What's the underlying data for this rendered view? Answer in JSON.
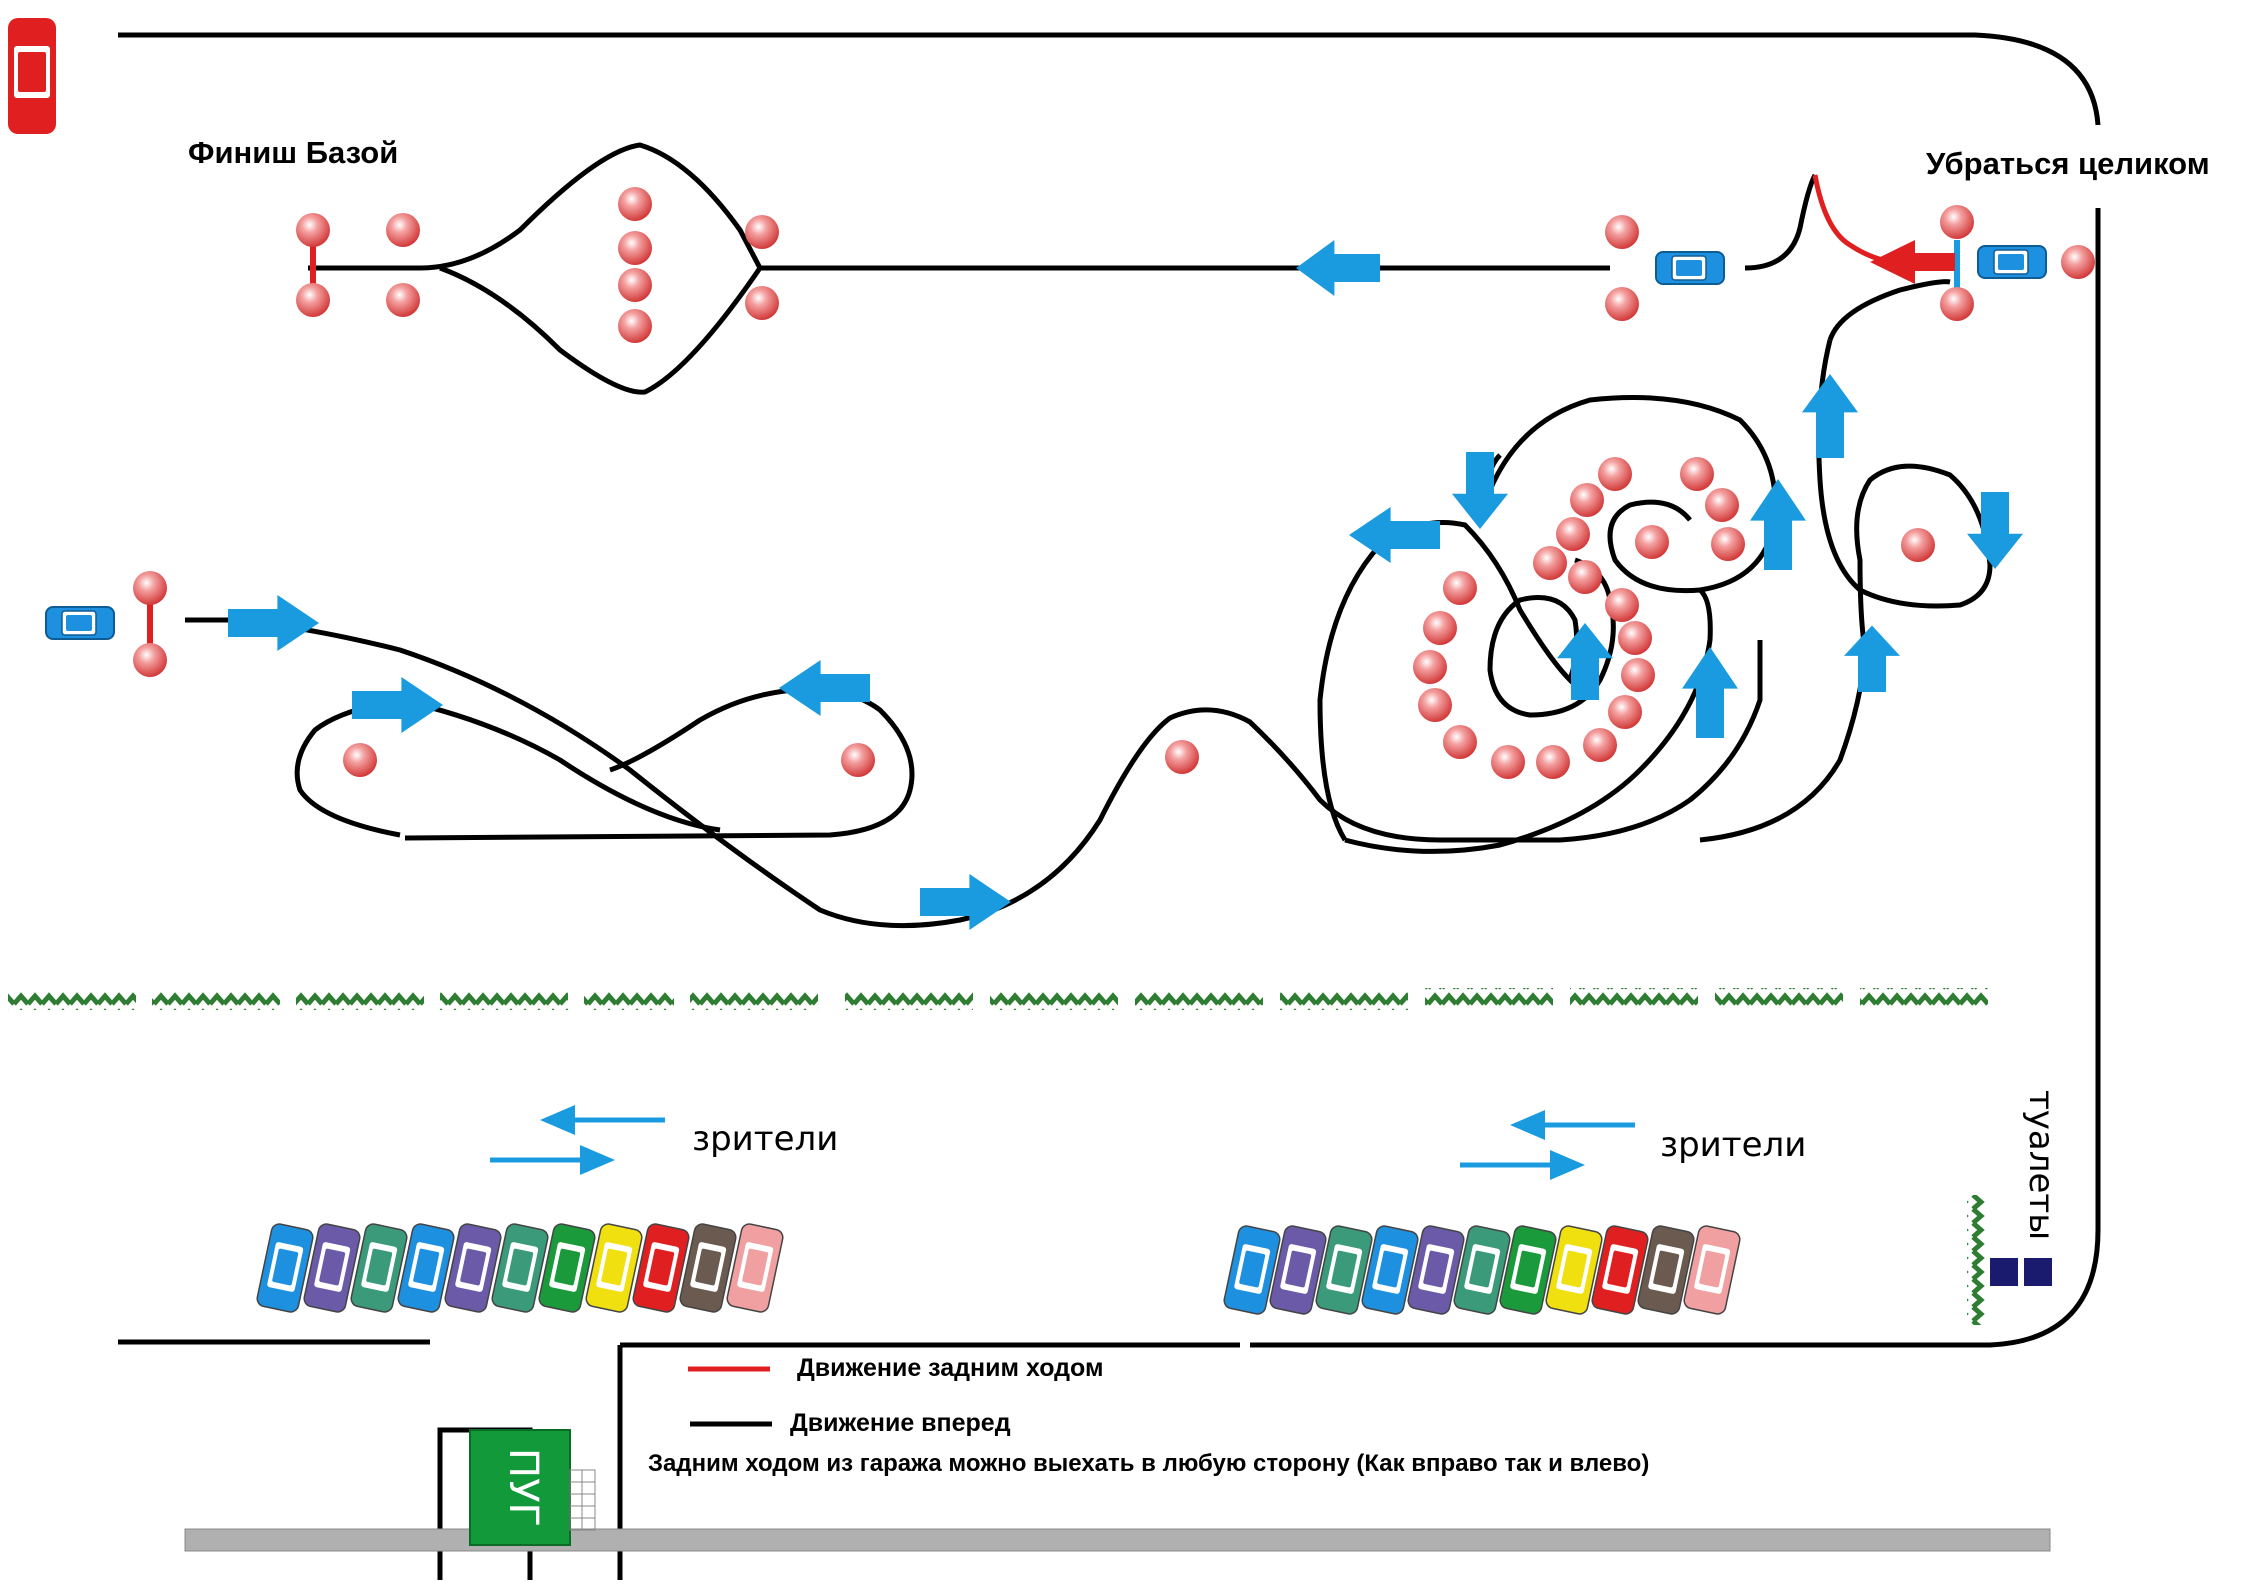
{
  "labels": {
    "finish": "Финиш Базой",
    "park_fully": "Убраться целиком",
    "spectators_1": "зрители",
    "spectators_2": "зрители",
    "toilets": "туалеты",
    "control_point": "ПУГ"
  },
  "legend": {
    "reverse": "Движение задним ходом",
    "forward": "Движение  вперед",
    "note": "Задним ходом из гаража можно выехать в любую сторону (Как вправо так и влево)"
  },
  "colors": {
    "reverse_line": "#e02020",
    "forward_line": "#000000",
    "arrow": "#1a9be0",
    "cone": "#e85a5a",
    "hedge": "#2e7d32",
    "toilet": "#1a1a6e",
    "control_point": "#129a3a",
    "ground_strip": "#b0b0b0"
  },
  "parked_car_colors": [
    "#1e90e0",
    "#6a5aa8",
    "#3a9a7a",
    "#1e90e0",
    "#6a5aa8",
    "#3a9a7a",
    "#1a9a3a",
    "#f0e010",
    "#e02020",
    "#6a5a50",
    "#f0a0a0"
  ]
}
